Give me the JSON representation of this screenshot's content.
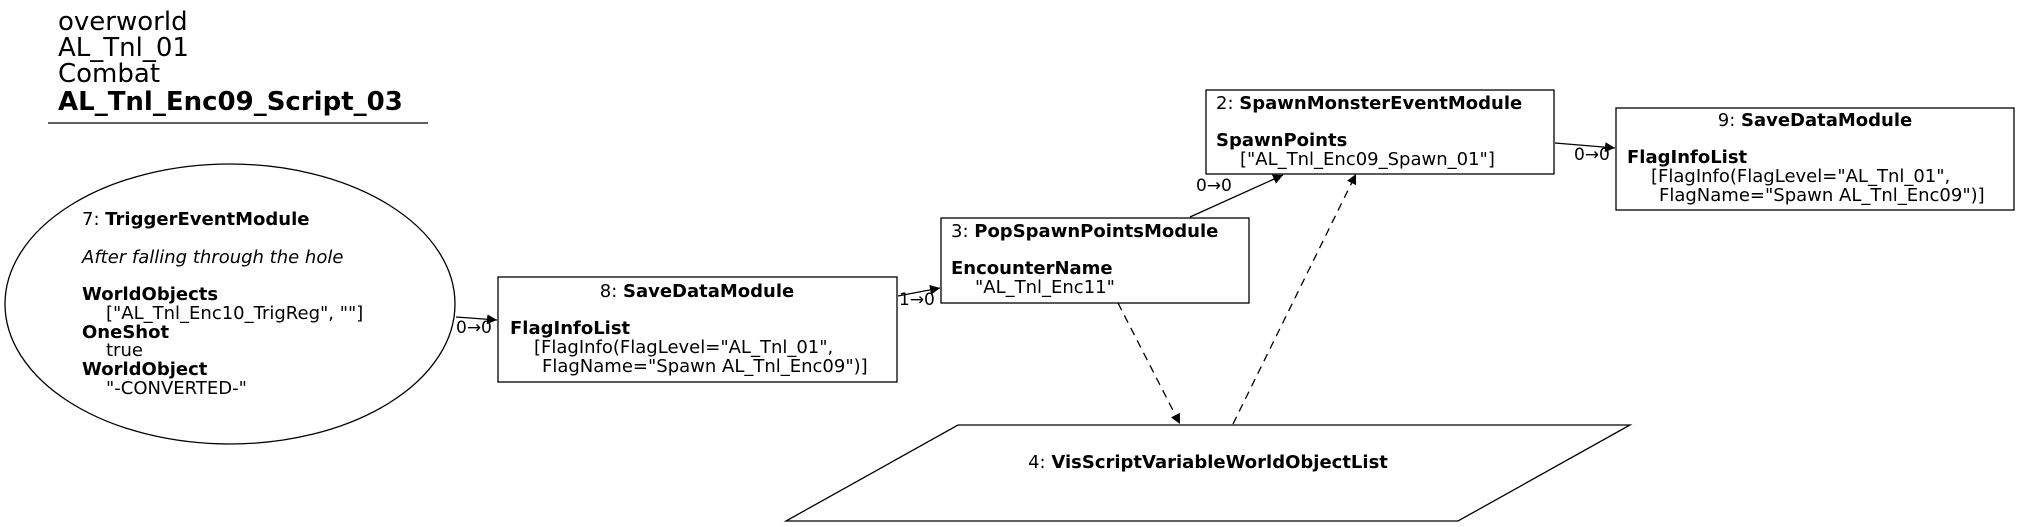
{
  "header": {
    "line1": "overworld",
    "line2": "AL_Tnl_01",
    "line3": "Combat",
    "title": "AL_Tnl_Enc09_Script_03"
  },
  "nodes": {
    "n7": {
      "id": "7: ",
      "name": "TriggerEventModule",
      "comment": "After falling through the hole",
      "p1_name": "WorldObjects",
      "p1_value": "[\"AL_Tnl_Enc10_TrigReg\", \"\"]",
      "p2_name": "OneShot",
      "p2_value": "true",
      "p3_name": "WorldObject",
      "p3_value": "\"-CONVERTED-\""
    },
    "n8": {
      "id": "8: ",
      "name": "SaveDataModule",
      "p1_name": "FlagInfoList",
      "p1_value_l1": "[FlagInfo(FlagLevel=\"AL_Tnl_01\",",
      "p1_value_l2": "FlagName=\"Spawn AL_Tnl_Enc09\")]"
    },
    "n3": {
      "id": "3: ",
      "name": "PopSpawnPointsModule",
      "p1_name": "EncounterName",
      "p1_value": "\"AL_Tnl_Enc11\""
    },
    "n2": {
      "id": "2: ",
      "name": "SpawnMonsterEventModule",
      "p1_name": "SpawnPoints",
      "p1_value": "[\"AL_Tnl_Enc09_Spawn_01\"]"
    },
    "n9": {
      "id": "9: ",
      "name": "SaveDataModule",
      "p1_name": "FlagInfoList",
      "p1_value_l1": "[FlagInfo(FlagLevel=\"AL_Tnl_01\",",
      "p1_value_l2": "FlagName=\"Spawn AL_Tnl_Enc09\")]"
    },
    "n4": {
      "id": "4: ",
      "name": "VisScriptVariableWorldObjectList"
    }
  },
  "edges": {
    "e7_8": "0→0",
    "e8_3": "1→0",
    "e3_2": "0→0",
    "e2_9": "0→0"
  }
}
